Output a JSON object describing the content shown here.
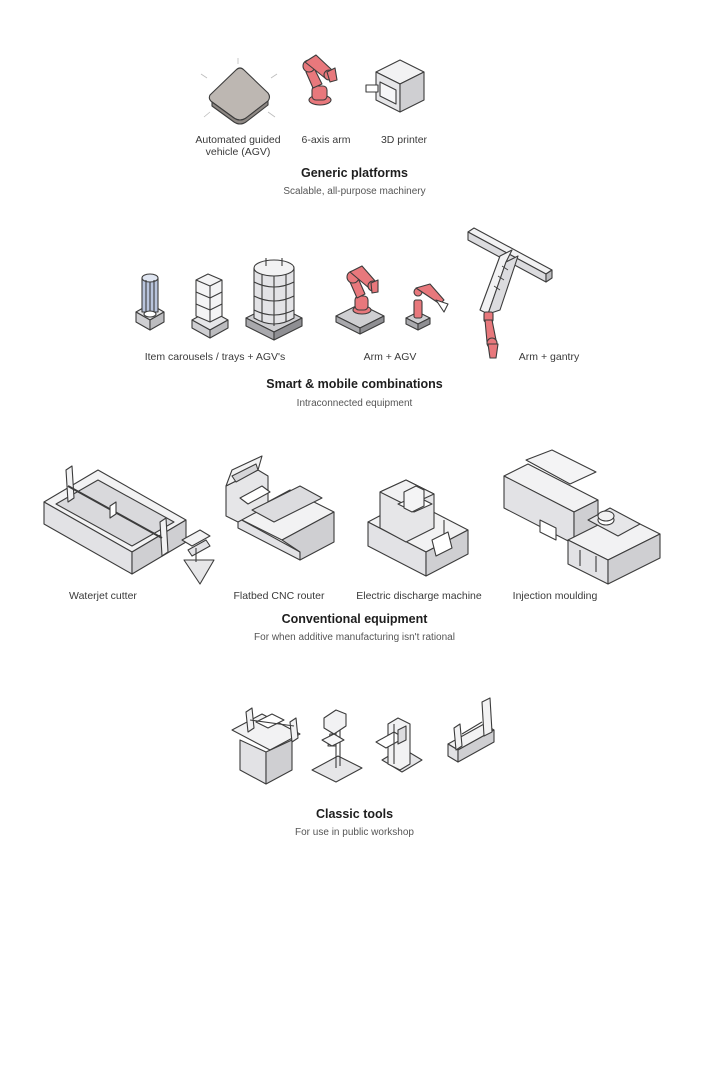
{
  "colors": {
    "machine_fill": "#e6e6e8",
    "machine_side": "#cfcfd2",
    "machine_stroke": "#3c3c3c",
    "robot_accent": "#e8787c",
    "agv_fill": "#bdb7b2"
  },
  "sections": [
    {
      "title": "Generic platforms",
      "subtitle": "Scalable, all-purpose machinery",
      "items": [
        {
          "label_line1": "Automated guided",
          "label_line2": "vehicle (AGV)",
          "icon": "agv-icon"
        },
        {
          "label_line1": "6-axis arm",
          "label_line2": "",
          "icon": "robot-arm-icon"
        },
        {
          "label_line1": "3D printer",
          "label_line2": "",
          "icon": "3d-printer-icon"
        }
      ]
    },
    {
      "title": "Smart & mobile combinations",
      "subtitle": "Intraconnected equipment",
      "items": [
        {
          "label_line1": "Item carousels / trays + AGV's",
          "icon": "carousel-agv-icon"
        },
        {
          "label_line1": "Arm + AGV",
          "icon": "arm-agv-icon"
        },
        {
          "label_line1": "Arm + gantry",
          "icon": "arm-gantry-icon"
        }
      ]
    },
    {
      "title": "Conventional equipment",
      "subtitle": "For when additive manufacturing isn't rational",
      "items": [
        {
          "label_line1": "Waterjet cutter",
          "icon": "waterjet-cutter-icon"
        },
        {
          "label_line1": "Flatbed CNC router",
          "icon": "cnc-router-icon"
        },
        {
          "label_line1": "Electric discharge machine",
          "icon": "edm-machine-icon"
        },
        {
          "label_line1": "Injection moulding",
          "icon": "injection-moulding-icon"
        }
      ]
    },
    {
      "title": "Classic tools",
      "subtitle": "For use in public workshop",
      "items": [
        {
          "icon": "table-saw-icon"
        },
        {
          "icon": "drill-press-icon"
        },
        {
          "icon": "bandsaw-icon"
        },
        {
          "icon": "lathe-icon"
        }
      ]
    }
  ]
}
